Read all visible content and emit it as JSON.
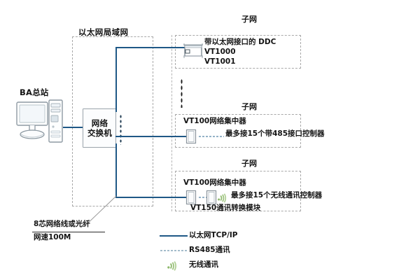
{
  "diagram": {
    "lan": {
      "title": "以太网局域网"
    },
    "station": {
      "label": "BA总站",
      "monitor_icon": "desktop-monitor-icon",
      "tower_icon": "pc-tower-icon"
    },
    "switch": {
      "line1": "网络",
      "line2": "交换机"
    },
    "subnets": [
      {
        "title": "子网",
        "device_icon": "ddc-controller-icon",
        "lines": [
          "带以太网接口的  DDC",
          "VT1000",
          "VT1001"
        ]
      },
      {
        "title": "子网",
        "device_icon": "vt100-hub-module-icon",
        "device_label": "VT100网络集中器",
        "note": "最多接15个带485接口控制器"
      },
      {
        "title": "子网",
        "device_icon": "vt100-hub-module-icon",
        "converter_icon": "vt150-converter-module-icon",
        "wireless_icon": "wireless-signal-icon",
        "device_label": "VT100网络集中器",
        "note": "最多接15个无线通讯控制器",
        "sub_label": "VT150通讯转换模块"
      }
    ],
    "cable_note": {
      "line1": "8芯网络线或光纤",
      "line2": "网速100M"
    },
    "legend": [
      {
        "mark": "solid-blue-line",
        "label": "以太网TCP/IP"
      },
      {
        "mark": "dotted-line",
        "label": "RS485通讯"
      },
      {
        "mark": "wireless-signal-icon",
        "label": "无线通讯"
      }
    ],
    "colors": {
      "ethernet_line": "#1f5886",
      "dashed_border": "#a9a9a9",
      "wireless_green": "#8cb86a",
      "text": "#141414",
      "background": "#ffffff"
    }
  }
}
